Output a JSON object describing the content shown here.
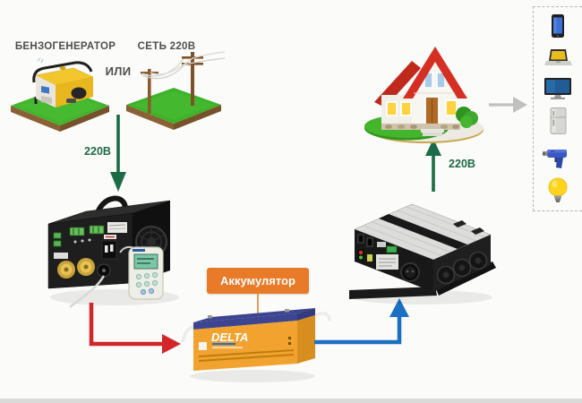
{
  "diagram": {
    "sources": {
      "generator_label": "БЕНЗОГЕНЕРАТОР",
      "or_label": "ИЛИ",
      "grid_label": "СЕТЬ 220В"
    },
    "flow": {
      "input_voltage_label": "220В",
      "output_voltage_label": "220В"
    },
    "battery": {
      "callout_label": "Аккумулятор",
      "brand": "DELTA"
    },
    "appliances": {
      "icons": [
        "smartphone-icon",
        "laptop-icon",
        "tv-icon",
        "refrigerator-icon",
        "drill-icon",
        "light-bulb-icon"
      ]
    },
    "colors": {
      "source_arrow_green": "#1d6b47",
      "charge_arrow_red": "#d2262b",
      "dc_arrow_blue": "#1b70c2",
      "house_arrow_gray": "#c0c0be",
      "battery_callout_bg": "#e87a28",
      "label_text": "#4e4e4e"
    }
  }
}
